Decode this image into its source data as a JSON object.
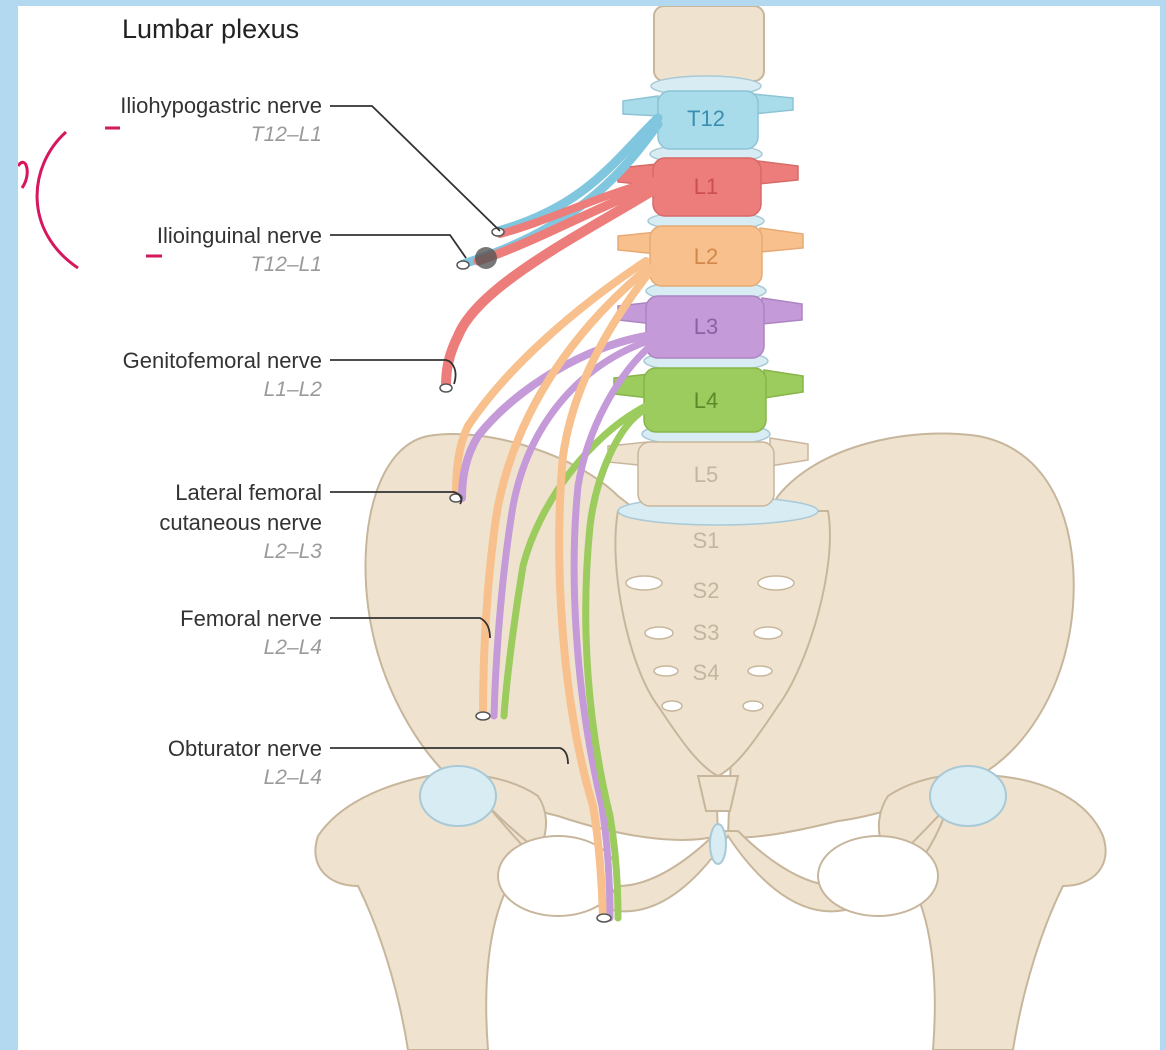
{
  "title": "Lumbar plexus",
  "vertebrae": [
    {
      "label": "T12",
      "color": "#a8dcea"
    },
    {
      "label": "L1",
      "color": "#ec7d7a"
    },
    {
      "label": "L2",
      "color": "#f8c08c"
    },
    {
      "label": "L3",
      "color": "#c49ad8"
    },
    {
      "label": "L4",
      "color": "#9ccb5e"
    },
    {
      "label": "L5",
      "color": "#efe3cf"
    },
    {
      "label": "S1"
    },
    {
      "label": "S2"
    },
    {
      "label": "S3"
    },
    {
      "label": "S4"
    }
  ],
  "nerves": [
    {
      "name": "Iliohypogastric nerve",
      "segments": "T12–L1"
    },
    {
      "name": "Ilioinguinal nerve",
      "segments": "T12–L1"
    },
    {
      "name": "Genitofemoral nerve",
      "segments": "L1–L2"
    },
    {
      "name": "Lateral femoral",
      "name2": "cutaneous nerve",
      "segments": "L2–L3"
    },
    {
      "name": "Femoral nerve",
      "segments": "L2–L4"
    },
    {
      "name": "Obturator nerve",
      "segments": "L2–L4"
    }
  ],
  "colors": {
    "bone": "#efe3cf",
    "bone_edge": "#c7b69c",
    "disc": "#d8ecf4",
    "annotation": "#d6175e",
    "background": "#b3d9f0"
  }
}
